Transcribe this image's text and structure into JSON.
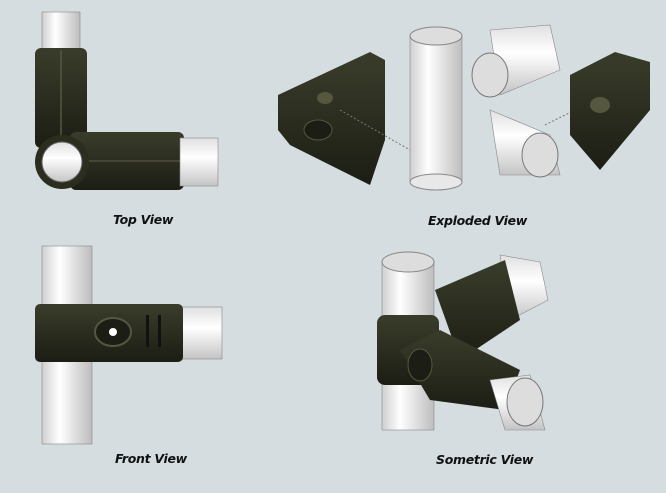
{
  "labels": {
    "top": "Top View",
    "exploded": "Exploded View",
    "front": "Front View",
    "isometric": "Sometric View"
  },
  "colors": {
    "background": "#d5dde0",
    "fitting": "#2b2d1f",
    "pipe": "#f2f2f2"
  }
}
